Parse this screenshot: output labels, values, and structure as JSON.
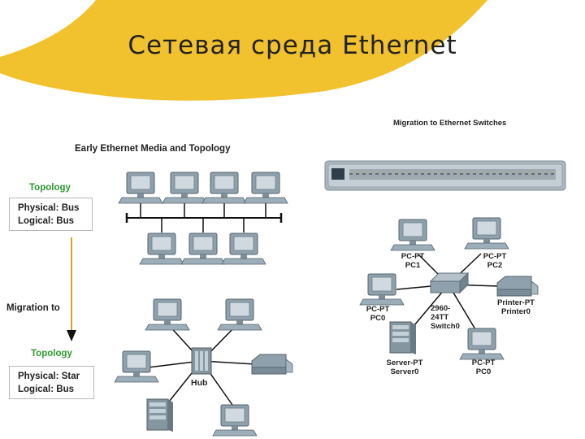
{
  "title": "Сетевая среда Ethernet",
  "left_panel": {
    "heading": "Early Ethernet Media and Topology",
    "topology_top": {
      "label": "Topology",
      "physical": "Physical: Bus",
      "logical": "Logical: Bus"
    },
    "migration_label": "Migration to",
    "topology_bottom": {
      "label": "Topology",
      "physical": "Physical: Star",
      "logical": "Logical: Bus"
    },
    "hub_label": "Hub"
  },
  "right_panel": {
    "heading": "Migration to Ethernet Switches",
    "switch_label_lines": [
      "2960-",
      "24TT",
      "Switch0"
    ],
    "devices": [
      {
        "type": "PC-PT",
        "name": "PC1"
      },
      {
        "type": "PC-PT",
        "name": "PC2"
      },
      {
        "type": "PC-PT",
        "name": "PC0"
      },
      {
        "type": "Printer-PT",
        "name": "Printer0"
      },
      {
        "type": "Server-PT",
        "name": "Server0"
      },
      {
        "type": "PC-PT",
        "name": "PC0"
      }
    ]
  },
  "colors": {
    "accent_yellow": "#f2c12e",
    "topology_green": "#2e9a2e",
    "arrow_gold": "#d9a520"
  }
}
